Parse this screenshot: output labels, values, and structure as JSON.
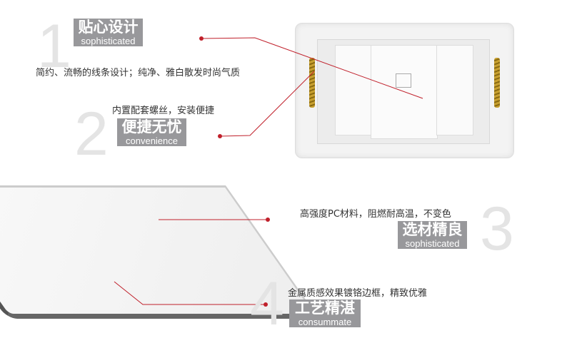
{
  "colors": {
    "accent": "#c0202b",
    "tag_bg": "#98989b",
    "digit": "#e4e4e4"
  },
  "features": [
    {
      "number": "1",
      "title": "贴心设计",
      "subtitle": "sophisticated",
      "description": "简约、流畅的线条设计；纯净、雅白散发时尚气质"
    },
    {
      "number": "2",
      "title": "便捷无忧",
      "subtitle": "convenience",
      "description": "内置配套螺丝，安装便捷"
    },
    {
      "number": "3",
      "title": "选材精良",
      "subtitle": "sophisticated",
      "description": "高强度PC材料，阻燃耐高温，不变色"
    },
    {
      "number": "4",
      "title": "工艺精湛",
      "subtitle": "consummate",
      "description": "金属质感效果镀铬边框，精致优雅"
    }
  ]
}
